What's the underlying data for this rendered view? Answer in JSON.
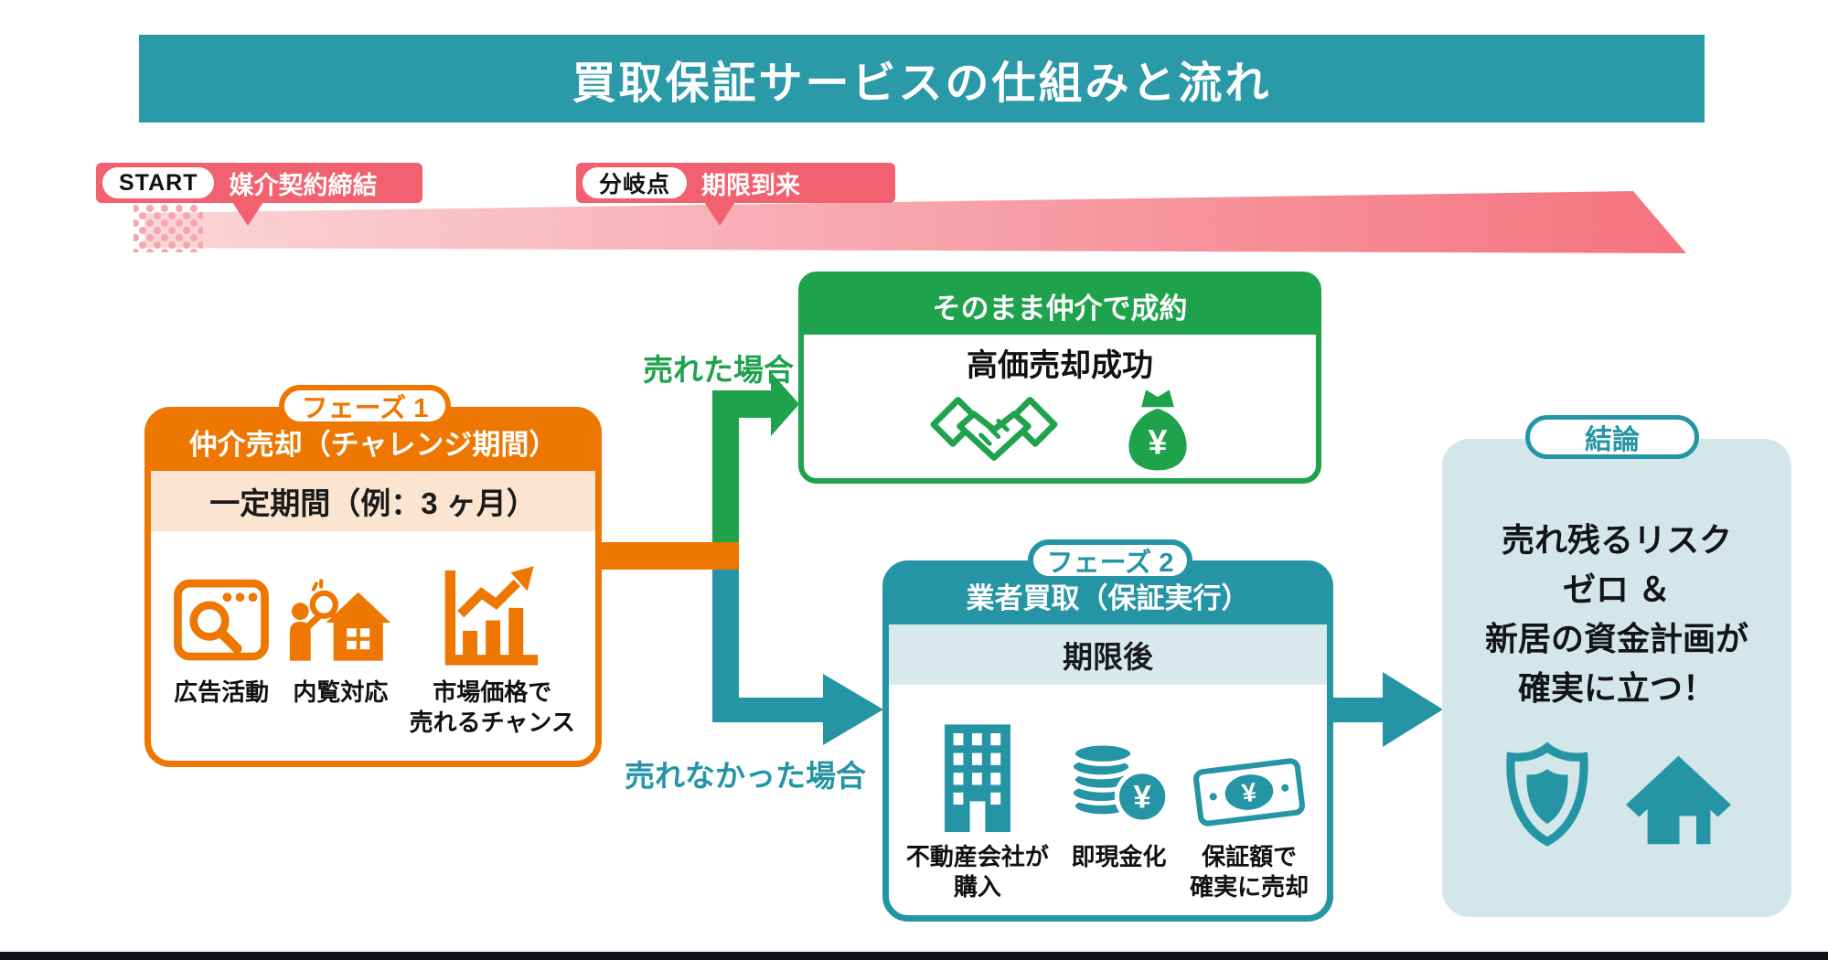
{
  "title": "買取保証サービスの仕組みと流れ",
  "timeline": {
    "start_badge": "START",
    "start_label": "媒介契約締結",
    "branch_badge": "分岐点",
    "branch_label": "期限到来"
  },
  "phase1": {
    "pill": "フェーズ 1",
    "header": "仲介売却（チャレンジ期間）",
    "period": "一定期間（例：3 ヶ月）",
    "items": [
      {
        "icon": "ad-browser-search-icon",
        "label": "広告活動"
      },
      {
        "icon": "house-viewing-icon",
        "label": "内覧対応"
      },
      {
        "icon": "rising-chart-icon",
        "label": "市場価格で\n売れるチャンス"
      }
    ]
  },
  "sold": {
    "condition": "売れた場合",
    "header": "そのまま仲介で成約",
    "result": "高価売却成功",
    "icons": [
      "handshake-icon",
      "money-bag-yen-icon"
    ]
  },
  "unsold": {
    "condition": "売れなかった場合",
    "phase2": {
      "pill": "フェーズ 2",
      "header": "業者買取（保証実行）",
      "period": "期限後",
      "items": [
        {
          "icon": "office-building-icon",
          "label": "不動産会社が\n購入"
        },
        {
          "icon": "coin-stack-yen-icon",
          "label": "即現金化"
        },
        {
          "icon": "banknote-yen-icon",
          "label": "保証額で\n確実に売却"
        }
      ]
    }
  },
  "conclusion": {
    "pill": "結論",
    "lines": [
      "売れ残るリスク",
      "ゼロ ＆",
      "新居の資金計画が",
      "確実に立つ！"
    ],
    "icons": [
      "shield-icon",
      "home-icon"
    ]
  },
  "colors": {
    "banner_teal": "#2B9AA8",
    "teal": "#2595A5",
    "orange": "#ED7700",
    "green": "#1FA24C",
    "pink_label": "#F2616F",
    "band_gradient_start": "#FAD6D8",
    "band_gradient_end": "#F5737F",
    "peach_band": "#FBE5D1",
    "light_teal_band": "#D9EAED",
    "conclusion_bg": "#D3E7EB"
  }
}
